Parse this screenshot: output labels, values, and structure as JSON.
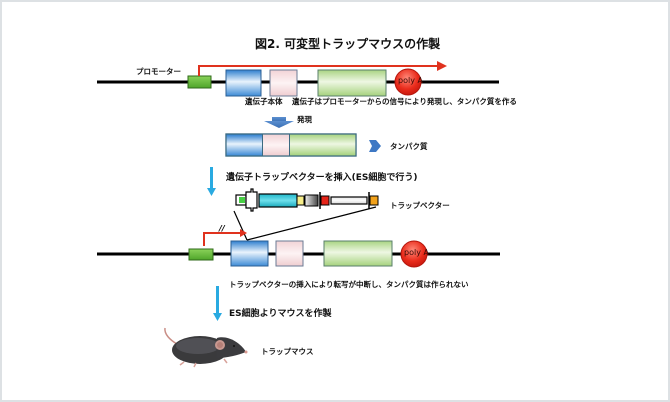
{
  "title": "図2. 可変型トラップマウスの作製",
  "labels": {
    "promoter": "プロモーター",
    "gene_body": "遺伝子本体",
    "gene_explanation": "遺伝子はプロモーターからの信号により発現し、タンパク質を作る",
    "expression": "発現",
    "protein": "タンパク質",
    "insert_step": "遺伝子トラップベクターを挿入(ES細胞で行う)",
    "trap_vector": "トラップベクター",
    "interruption": "トラップベクターの挿入により転写が中断し、タンパク質は作られない",
    "make_mouse_step": "ES細胞よりマウスを作製",
    "trap_mouse": "トラップマウス",
    "polyA_top": "poly A",
    "polyA_bottom": "poly A",
    "break_mark": "//"
  },
  "colors": {
    "exon1": "#4a90d9",
    "exon2": "#f3d6d8",
    "exon3": "#b9dd96",
    "promoter": "#6cbf3f",
    "polyA": "#e52a1e",
    "transcript_arrow": "#e0321e",
    "step_arrow": "#29aae1",
    "expression_arrow": "#4a7fc1",
    "vector_cyan": "#25c3d3",
    "frame_border": "#dde1e4"
  }
}
